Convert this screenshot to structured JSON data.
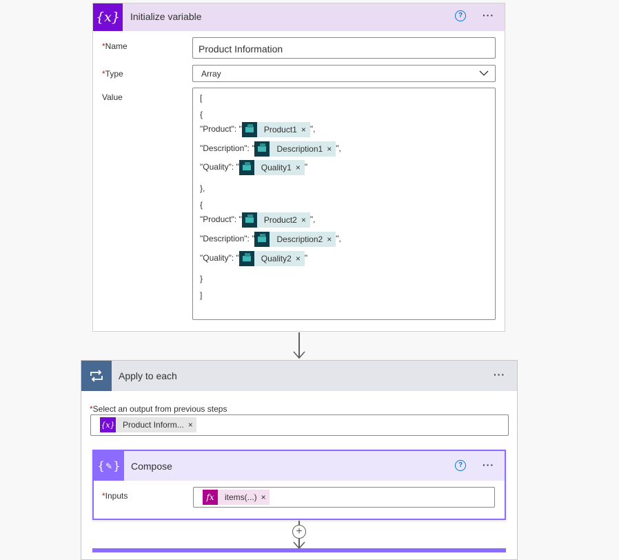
{
  "init_variable": {
    "title": "Initialize variable",
    "icon": "{x}",
    "help": "?",
    "more": "···",
    "name_label": "Name",
    "name_value": "Product Information",
    "type_label": "Type",
    "type_value": "Array",
    "value_label": "Value",
    "required_mark": "*",
    "value_lines": {
      "l1": "[",
      "l2": "{",
      "p1_pre": "\"Product\": \"",
      "p1_token": "Product1",
      "p1_post": "\",",
      "d1_pre": "\"Description\": \"",
      "d1_token": "Description1",
      "d1_post": "\",",
      "q1_pre": "\"Quality\": \"",
      "q1_token": "Quality1",
      "q1_post": "\"",
      "l6": "},",
      "l7": "{",
      "p2_pre": "\"Product\": \"",
      "p2_token": "Product2",
      "p2_post": "\",",
      "d2_pre": "\"Description\": \"",
      "d2_token": "Description2",
      "d2_post": "\",",
      "q2_pre": "\"Quality\": \"",
      "q2_token": "Quality2",
      "q2_post": "\"",
      "l11": "}",
      "l12": "]"
    },
    "token_remove": "×"
  },
  "apply_each": {
    "title": "Apply to each",
    "more": "···",
    "select_label": "Select an output from previous steps",
    "required_mark": "*",
    "chip_icon": "{x}",
    "chip_text": "Product Inform...",
    "chip_remove": "×"
  },
  "compose": {
    "title": "Compose",
    "help": "?",
    "more": "···",
    "inputs_label": "Inputs",
    "required_mark": "*",
    "fx_icon": "fx",
    "expr_text": "items(...)",
    "expr_remove": "×"
  },
  "connector": {
    "add": "+"
  },
  "colors": {
    "variable_accent": "#770bd6",
    "loop_accent": "#486991",
    "compose_accent": "#8c6cff",
    "dynamic_token": "#0d3d48",
    "expression": "#ad008c"
  }
}
